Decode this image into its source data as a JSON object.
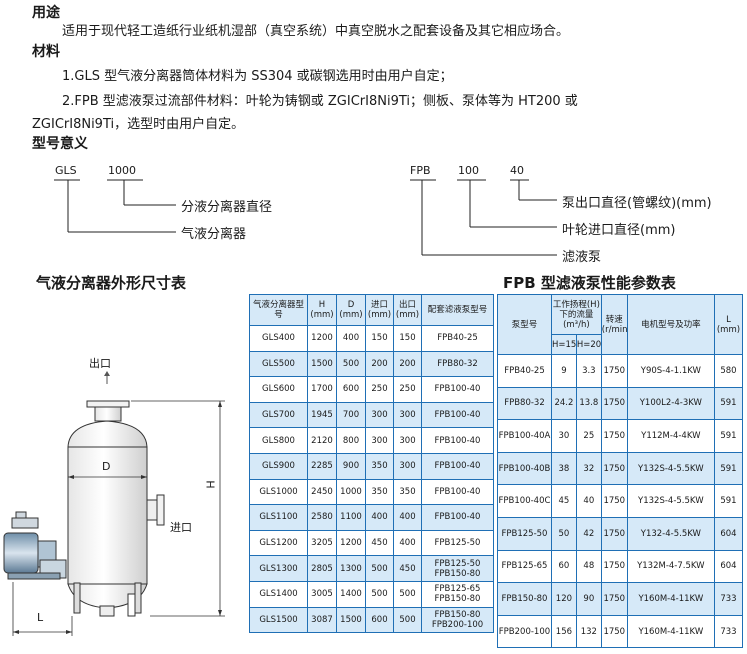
{
  "usage": {
    "heading": "用途",
    "text": "适用于现代轻工造纸行业纸机湿部（真空系统）中真空脱水之配套设备及其它相应场合。"
  },
  "material": {
    "heading": "材料",
    "line1": "1.GLS 型气液分离器筒体材料为 SS304 或碳钢选用时由用户自定；",
    "line2": "2.FPB 型滤液泵过流部件材料：叶轮为铸钢或 ZGICrI8Ni9Ti；侧板、泵体等为 HT200 或",
    "line3": "ZGICrI8Ni9Ti，选型时由用户自定。"
  },
  "model_meaning": {
    "heading": "型号意义",
    "gls": {
      "code": "GLS",
      "size": "1000",
      "label_size": "分液分离器直径",
      "label_type": "气液分离器"
    },
    "fpb": {
      "code": "FPB",
      "size": "100",
      "outlet": "40",
      "label_outlet": "泵出口直径(管螺纹)(mm)",
      "label_inlet": "叶轮进口直径(mm)",
      "label_type": "滤液泵"
    }
  },
  "drawing": {
    "title": "气液分离器外形尺寸表",
    "outlet": "出口",
    "inlet": "进口",
    "dim_d": "D",
    "dim_h": "H",
    "dim_l": "L"
  },
  "gls_table": {
    "headers": [
      "气液分离器型号",
      "H (mm)",
      "D (mm)",
      "进口 (mm)",
      "出口 (mm)",
      "配套滤液泵型号"
    ],
    "rows": [
      [
        "GLS400",
        "1200",
        "400",
        "150",
        "150",
        "FPB40-25"
      ],
      [
        "GLS500",
        "1500",
        "500",
        "200",
        "200",
        "FPB80-32"
      ],
      [
        "GLS600",
        "1700",
        "600",
        "250",
        "250",
        "FPB100-40"
      ],
      [
        "GLS700",
        "1945",
        "700",
        "300",
        "300",
        "FPB100-40"
      ],
      [
        "GLS800",
        "2120",
        "800",
        "300",
        "300",
        "FPB100-40"
      ],
      [
        "GLS900",
        "2285",
        "900",
        "350",
        "300",
        "FPB100-40"
      ],
      [
        "GLS1000",
        "2450",
        "1000",
        "350",
        "350",
        "FPB100-40"
      ],
      [
        "GLS1100",
        "2580",
        "1100",
        "400",
        "400",
        "FPB100-40"
      ],
      [
        "GLS1200",
        "3205",
        "1200",
        "450",
        "400",
        "FPB125-50"
      ],
      [
        "GLS1300",
        "2805",
        "1300",
        "500",
        "450",
        "FPB125-50 FPB150-80"
      ],
      [
        "GLS1400",
        "3005",
        "1400",
        "500",
        "500",
        "FPB125-65 FPB150-80"
      ],
      [
        "GLS1500",
        "3087",
        "1500",
        "600",
        "500",
        "FPB150-80 FPB200-100"
      ]
    ]
  },
  "fpb_table": {
    "title": "FPB 型滤液泵性能参数表",
    "headers": {
      "model": "泵型号",
      "flow": "工作扬程(H) 下的流量(m³/h)",
      "h15": "H=15m",
      "h20": "H=20m",
      "speed": "转速 (r/min)",
      "motor": "电机型号及功率",
      "l": "L (mm)"
    },
    "rows": [
      [
        "FPB40-25",
        "9",
        "3.3",
        "1750",
        "Y90S-4-1.1KW",
        "580"
      ],
      [
        "FPB80-32",
        "24.2",
        "13.8",
        "1750",
        "Y100L2-4-3KW",
        "591"
      ],
      [
        "FPB100-40A",
        "30",
        "25",
        "1750",
        "Y112M-4-4KW",
        "591"
      ],
      [
        "FPB100-40B",
        "38",
        "32",
        "1750",
        "Y132S-4-5.5KW",
        "591"
      ],
      [
        "FPB100-40C",
        "45",
        "40",
        "1750",
        "Y132S-4-5.5KW",
        "591"
      ],
      [
        "FPB125-50",
        "50",
        "42",
        "1750",
        "Y132-4-5.5KW",
        "604"
      ],
      [
        "FPB125-65",
        "60",
        "48",
        "1750",
        "Y132M-4-7.5KW",
        "604"
      ],
      [
        "FPB150-80",
        "120",
        "90",
        "1750",
        "Y160M-4-11KW",
        "733"
      ],
      [
        "FPB200-100",
        "156",
        "132",
        "1750",
        "Y160M-4-11KW",
        "733"
      ]
    ]
  },
  "colors": {
    "table_border": "#1f6fb5",
    "row_shade": "#d6e9f8"
  }
}
